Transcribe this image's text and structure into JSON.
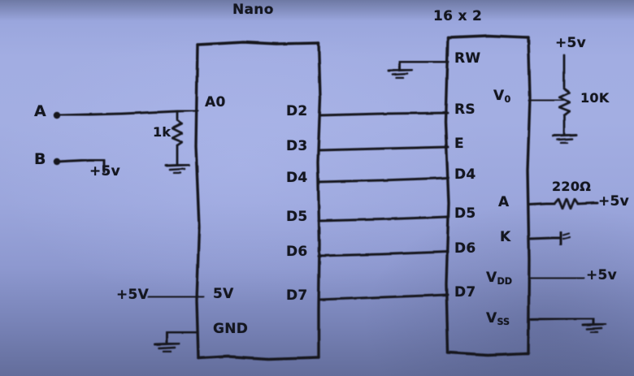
{
  "diagram": {
    "kind": "hand-drawn circuit schematic",
    "background_color": "#a2ade2",
    "ink_color": "#14161f"
  },
  "titles": {
    "nano": "Nano",
    "lcd": "16 x 2"
  },
  "inputs": {
    "terminal_a": "A",
    "terminal_b": "B",
    "terminal_b_supply": "+5v"
  },
  "nano": {
    "name": "Nano",
    "left_pins": [
      {
        "label": "A0"
      },
      {
        "label": "5V"
      },
      {
        "label": "GND"
      }
    ],
    "right_pins": [
      {
        "label": "D2"
      },
      {
        "label": "D3"
      },
      {
        "label": "D4"
      },
      {
        "label": "D5"
      },
      {
        "label": "D6"
      },
      {
        "label": "D7"
      }
    ],
    "supply_label": "+5V"
  },
  "lcd": {
    "name": "16 x 2",
    "left_pins": [
      {
        "label": "RW"
      },
      {
        "label": "RS"
      },
      {
        "label": "E"
      },
      {
        "label": "D4"
      },
      {
        "label": "D5"
      },
      {
        "label": "D6"
      },
      {
        "label": "D7"
      }
    ],
    "right_pins": [
      {
        "label": "V",
        "sub": "0"
      },
      {
        "label": "A",
        "sub": ""
      },
      {
        "label": "K",
        "sub": ""
      },
      {
        "label": "V",
        "sub": "DD"
      },
      {
        "label": "V",
        "sub": "SS"
      }
    ]
  },
  "components": {
    "pulldown_resistor": "1k",
    "contrast_pot": "10K",
    "backlight_resistor": "220Ω"
  },
  "nets": {
    "pot_supply": "+5v",
    "backlight_supply": "+5v",
    "vdd_supply": "+5v"
  },
  "connections": [
    {
      "from": "A",
      "to": "Nano A0"
    },
    {
      "from": "Nano A0",
      "to": "1k resistor to GND"
    },
    {
      "from": "B",
      "to": "+5v"
    },
    {
      "from": "Nano D2",
      "to": "LCD RS"
    },
    {
      "from": "Nano D3",
      "to": "LCD E"
    },
    {
      "from": "Nano D4",
      "to": "LCD D4"
    },
    {
      "from": "Nano D5",
      "to": "LCD D5"
    },
    {
      "from": "Nano D6",
      "to": "LCD D6"
    },
    {
      "from": "Nano D7",
      "to": "LCD D7"
    },
    {
      "from": "Nano 5V",
      "to": "+5V"
    },
    {
      "from": "Nano GND",
      "to": "GND"
    },
    {
      "from": "LCD RW",
      "to": "GND"
    },
    {
      "from": "LCD V0",
      "to": "10K potentiometer wiper"
    },
    {
      "from": "LCD A",
      "to": "220Ω to +5v"
    },
    {
      "from": "LCD K",
      "to": "GND"
    },
    {
      "from": "LCD VDD",
      "to": "+5v"
    },
    {
      "from": "LCD VSS",
      "to": "GND"
    }
  ]
}
